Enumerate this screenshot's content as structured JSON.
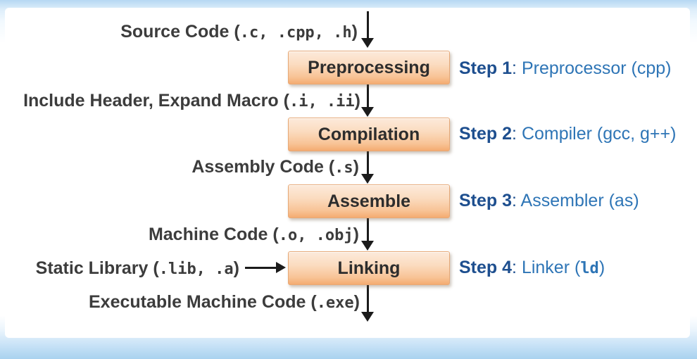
{
  "diagram": {
    "title": "GCC compilation process flowchart",
    "io_labels": [
      {
        "prefix": "Source Code (",
        "code": ".c, .cpp, .h",
        "suffix": ")"
      },
      {
        "prefix": "Include Header, Expand Macro (",
        "code": ".i, .ii",
        "suffix": ")"
      },
      {
        "prefix": "Assembly Code (",
        "code": ".s",
        "suffix": ")"
      },
      {
        "prefix": "Machine Code (",
        "code": ".o, .obj",
        "suffix": ")"
      },
      {
        "prefix": "Static Library (",
        "code": ".lib, .a",
        "suffix": ")"
      },
      {
        "prefix": "Executable Machine Code (",
        "code": ".exe",
        "suffix": ")"
      }
    ],
    "boxes": [
      {
        "label": "Preprocessing"
      },
      {
        "label": "Compilation"
      },
      {
        "label": "Assemble"
      },
      {
        "label": "Linking"
      }
    ],
    "steps": [
      {
        "bold": "Step 1",
        "sep": ": ",
        "rest_prefix": "Preprocessor (cpp)",
        "code": "",
        "suffix": ""
      },
      {
        "bold": "Step 2",
        "sep": ": ",
        "rest_prefix": "Compiler (gcc, g++)",
        "code": "",
        "suffix": ""
      },
      {
        "bold": "Step 3",
        "sep": ": ",
        "rest_prefix": "Assembler (as)",
        "code": "",
        "suffix": ""
      },
      {
        "bold": "Step 4",
        "sep": ": ",
        "rest_prefix": "Linker (",
        "code": "ld",
        "suffix": ")"
      }
    ],
    "colors": {
      "box_gradient_top": "#fceadb",
      "box_gradient_bottom": "#f4ab71",
      "box_border": "#e7a977",
      "box_text": "#2d2d2d",
      "label_text": "#3c3c3c",
      "step_bold_blue": "#1e4f8f",
      "step_light_blue": "#2e75b6",
      "arrow": "#1b1b1b",
      "frame_blue": "#b6d8f3",
      "background": "#ffffff"
    }
  }
}
